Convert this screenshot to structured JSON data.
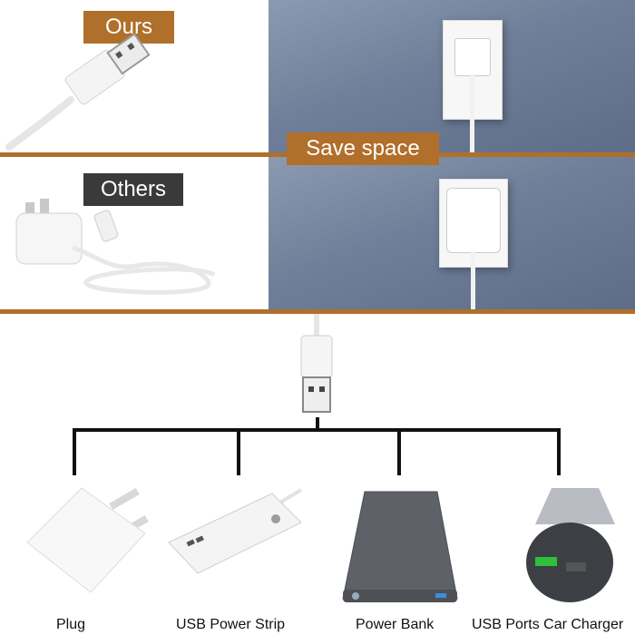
{
  "badges": {
    "ours": "Ours",
    "others": "Others",
    "save_space": "Save space"
  },
  "devices": [
    {
      "label": "Plug"
    },
    {
      "label": "USB Power Strip"
    },
    {
      "label": "Power Bank"
    },
    {
      "label": "USB Ports Car Charger"
    }
  ],
  "colors": {
    "accent_brown": "#b06f2a",
    "badge_dark": "#3a3a3a",
    "wall_blue": "#6f7f99",
    "line": "#111111"
  }
}
